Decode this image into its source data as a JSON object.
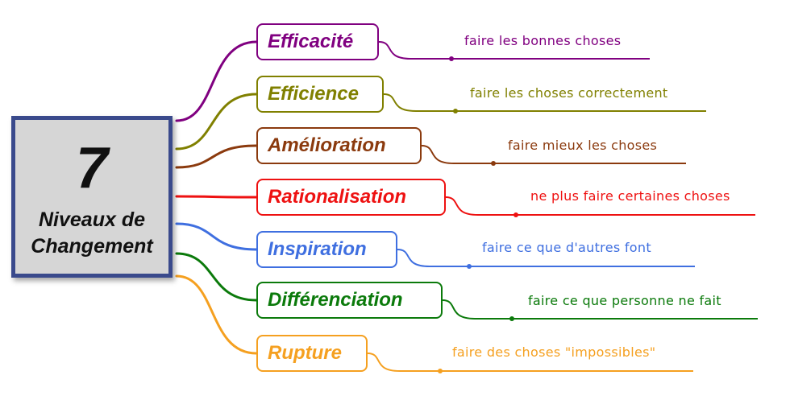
{
  "central": {
    "number": "7",
    "line1": "Niveaux de",
    "line2": "Changement",
    "border_color": "#3a4a8c",
    "fill_color": "#d6d6d6"
  },
  "branches": [
    {
      "label": "Efficacité",
      "description": "faire les bonnes choses",
      "color": "#800080"
    },
    {
      "label": "Efficience",
      "description": "faire les choses correctement",
      "color": "#808000"
    },
    {
      "label": "Amélioration",
      "description": "faire mieux les choses",
      "color": "#8b3a0e"
    },
    {
      "label": "Rationalisation",
      "description": "ne plus faire certaines choses",
      "color": "#ee1111"
    },
    {
      "label": "Inspiration",
      "description": "faire ce que d'autres font",
      "color": "#3f6fe0"
    },
    {
      "label": "Différenciation",
      "description": "faire ce que personne ne fait",
      "color": "#0b7a0b"
    },
    {
      "label": "Rupture",
      "description": "faire des choses \"impossibles\"",
      "color": "#f5a020"
    }
  ]
}
